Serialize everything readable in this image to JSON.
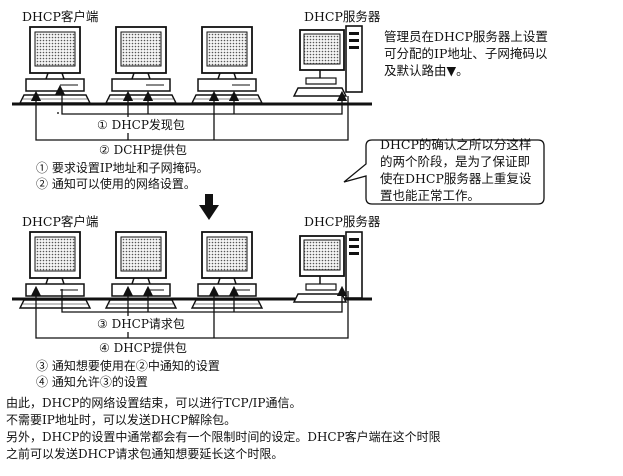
{
  "top": {
    "client_label": "DHCP客户端",
    "server_label": "DHCP服务器",
    "admin_note": "管理员在DHCP服务器上设置可分配的IP地址、子网掩码以及默认路由",
    "admin_note_mark": "▼。",
    "packet1": "① DHCP发现包",
    "packet2": "② DCHP提供包",
    "desc1": "① 要求设置IP地址和子网掩码。",
    "desc2": "② 通知可以使用的网络设置。"
  },
  "callout": "DHCP的确认之所以分这样的两个阶段，是为了保证即使在DHCP服务器上重复设置也能正常工作。",
  "bottom": {
    "client_label": "DHCP客户端",
    "server_label": "DHCP服务器",
    "packet3": "③ DHCP请求包",
    "packet4": "④ DHCP提供包",
    "desc3": "③ 通知想要使用在②中通知的设置",
    "desc4": "④ 通知允许③的设置"
  },
  "footer": {
    "line1": "由此，DHCP的网络设置结束，可以进行TCP/IP通信。",
    "line2": "不需要IP地址时，可以发送DHCP解除包。",
    "line3": "另外，DHCP的设置中通常都会有一个限制时间的设定。DHCP客户端在这个时限",
    "line4": "之前可以发送DHCP请求包通知想要延长这个时限。"
  }
}
